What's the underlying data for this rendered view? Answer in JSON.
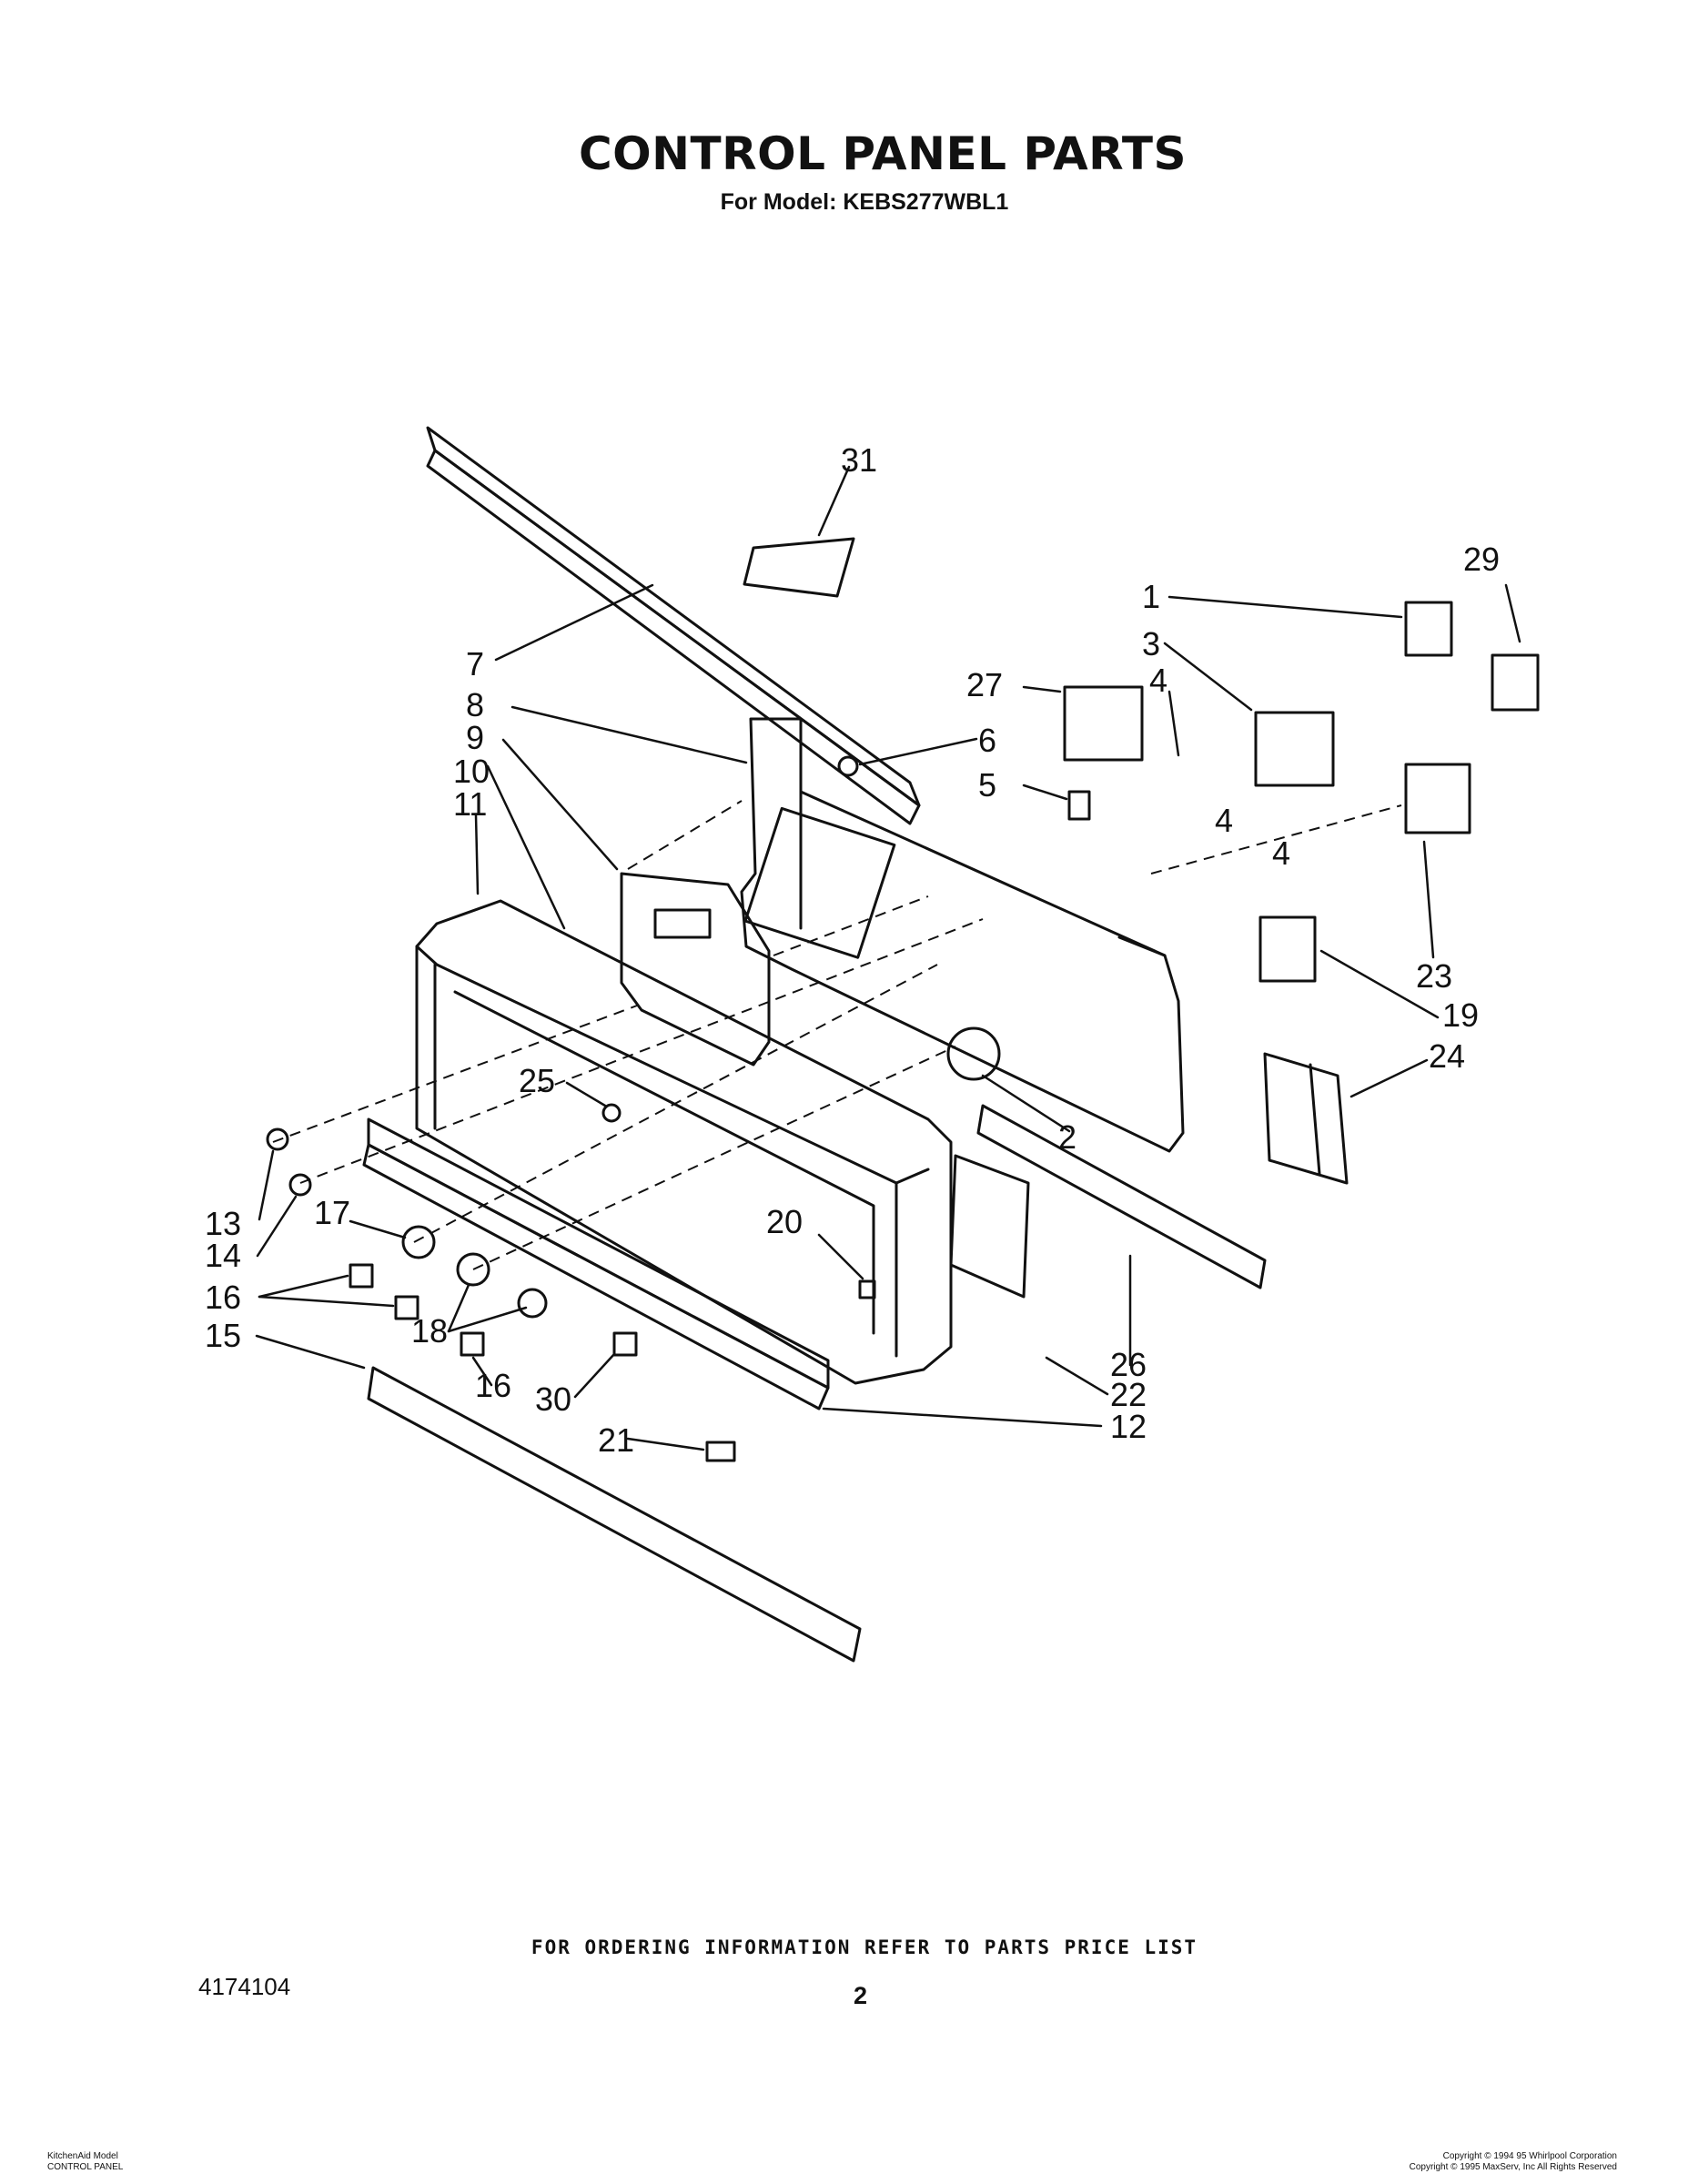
{
  "header": {
    "title": "CONTROL PANEL PARTS",
    "subtitle": "For Model: KEBS277WBL1"
  },
  "diagram": {
    "callouts": [
      "1",
      "2",
      "3",
      "4",
      "4",
      "4",
      "5",
      "6",
      "7",
      "8",
      "9",
      "10",
      "11",
      "12",
      "13",
      "14",
      "15",
      "16",
      "16",
      "17",
      "18",
      "19",
      "20",
      "21",
      "22",
      "23",
      "24",
      "25",
      "26",
      "27",
      "29",
      "30",
      "31"
    ]
  },
  "footer": {
    "ordering_info": "FOR ORDERING INFORMATION REFER TO PARTS PRICE LIST",
    "document_number": "4174104",
    "page_number": "2",
    "left_line1": "KitchenAid Model",
    "left_line2": "CONTROL PANEL",
    "right_line1": "Copyright © 1994 95 Whirlpool Corporation",
    "right_line2": "Copyright © 1995 MaxServ, Inc   All Rights Reserved"
  }
}
